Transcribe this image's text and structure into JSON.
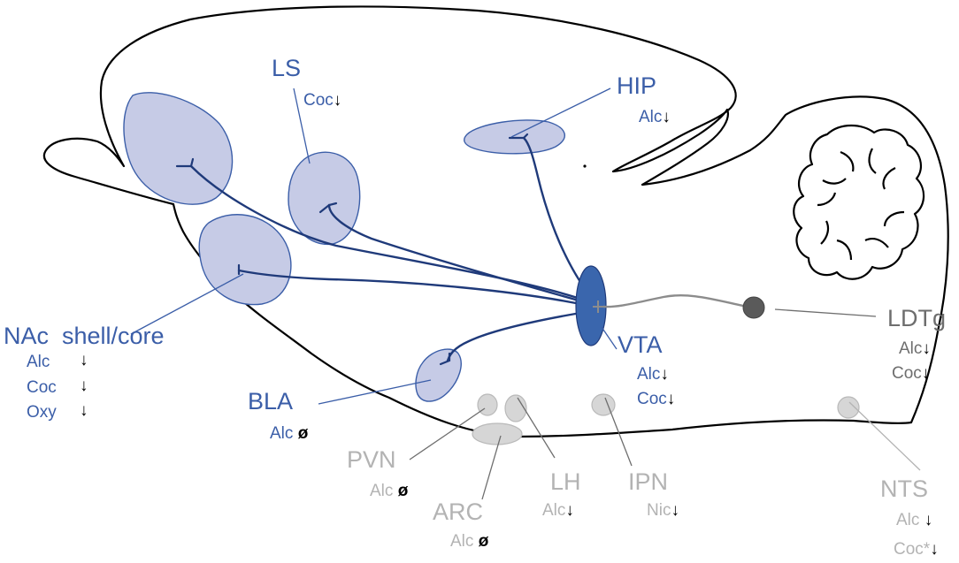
{
  "regions": {
    "ls": {
      "name": "LS",
      "effects": [
        {
          "drug": "Coc",
          "symbol": "↓"
        }
      ]
    },
    "hip": {
      "name": "HIP",
      "effects": [
        {
          "drug": "Alc",
          "symbol": "↓"
        }
      ]
    },
    "nac": {
      "name": "NAc  shell/core",
      "effects": [
        {
          "drug": "Alc",
          "symbol": "↓"
        },
        {
          "drug": "Coc",
          "symbol": "↓"
        },
        {
          "drug": "Oxy",
          "symbol": "↓"
        }
      ]
    },
    "bla": {
      "name": "BLA",
      "effects": [
        {
          "drug": "Alc",
          "symbol": "ø"
        }
      ]
    },
    "vta": {
      "name": "VTA",
      "effects": [
        {
          "drug": "Alc",
          "symbol": "↓"
        },
        {
          "drug": "Coc",
          "symbol": "↓"
        }
      ]
    },
    "ldtg": {
      "name": "LDTg",
      "effects": [
        {
          "drug": "Alc",
          "symbol": "↓"
        },
        {
          "drug": "Coc",
          "symbol": "↓"
        }
      ]
    },
    "pvn": {
      "name": "PVN",
      "effects": [
        {
          "drug": "Alc",
          "symbol": "ø"
        }
      ]
    },
    "arc": {
      "name": "ARC",
      "effects": [
        {
          "drug": "Alc",
          "symbol": "ø"
        }
      ]
    },
    "lh": {
      "name": "LH",
      "effects": [
        {
          "drug": "Alc",
          "symbol": "↓"
        }
      ]
    },
    "ipn": {
      "name": "IPN",
      "effects": [
        {
          "drug": "Nic",
          "symbol": "↓"
        }
      ]
    },
    "nts": {
      "name": "NTS",
      "effects": [
        {
          "drug": "Alc",
          "symbol": "↓"
        },
        {
          "drug": "Coc*",
          "symbol": "↓"
        }
      ]
    }
  },
  "colors": {
    "projection_region_fill": "#c6cbe6",
    "projection_region_stroke": "#3b5ea8",
    "projection_line": "#1f3a7a",
    "vta_fill": "#3a66ad",
    "ldtg_fill": "#5a5a5a",
    "other_region_fill": "#d6d6d6",
    "label_blue": "#3b5ea8",
    "label_grey": "#b3b3b3",
    "label_dark": "#6e6e6e"
  }
}
